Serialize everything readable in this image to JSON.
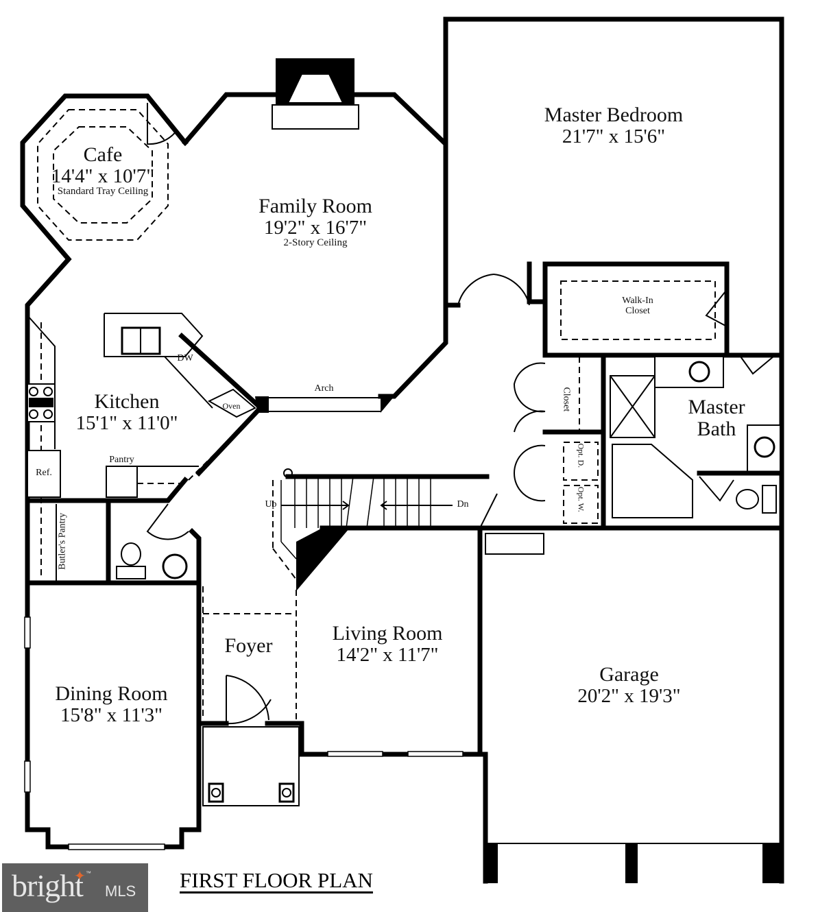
{
  "plan": {
    "title": "FIRST FLOOR PLAN"
  },
  "logo": {
    "brand": "bright",
    "trademark": "™",
    "suffix": "MLS",
    "accent_color": "#e0662c",
    "background_color": "#5f5f5f"
  },
  "rooms": {
    "cafe": {
      "name": "Cafe",
      "dims": "14'4\" x 10'7\"",
      "note": "Standard Tray Ceiling"
    },
    "family_room": {
      "name": "Family Room",
      "dims": "19'2\" x 16'7\"",
      "note": "2-Story Ceiling"
    },
    "master_bedroom": {
      "name": "Master Bedroom",
      "dims": "21'7\" x 15'6\""
    },
    "kitchen": {
      "name": "Kitchen",
      "dims": "15'1\" x 11'0\""
    },
    "master_bath": {
      "name_line1": "Master",
      "name_line2": "Bath"
    },
    "walk_in_closet": {
      "line1": "Walk-In",
      "line2": "Closet"
    },
    "closet": {
      "name": "Closet"
    },
    "foyer": {
      "name": "Foyer"
    },
    "living_room": {
      "name": "Living Room",
      "dims": "14'2\" x 11'7\""
    },
    "dining_room": {
      "name": "Dining Room",
      "dims": "15'8\" x 11'3\""
    },
    "garage": {
      "name": "Garage",
      "dims": "20'2\" x 19'3\""
    }
  },
  "fixtures": {
    "dw": "DW",
    "oven": "Oven",
    "arch": "Arch",
    "pantry": "Pantry",
    "ref": "Ref.",
    "butlers_pantry": "Butler's Pantry",
    "stairs_up": "Up",
    "stairs_down": "Dn",
    "opt_d": "Opt. D.",
    "opt_w": "Opt. W."
  }
}
